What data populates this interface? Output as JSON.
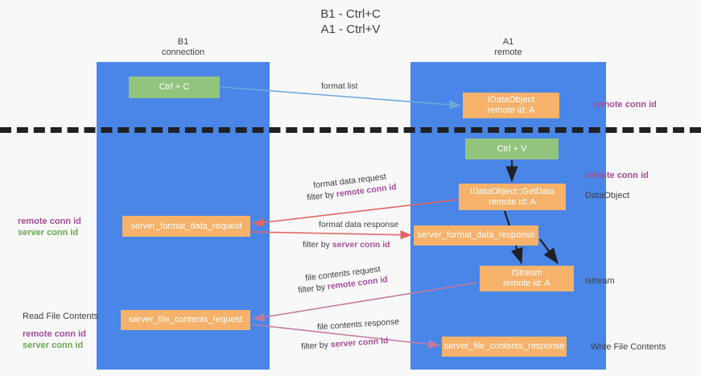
{
  "title": "B1 - Ctrl+C\nA1 - Ctrl+V",
  "columns": {
    "left": "B1\nconnection",
    "right": "A1\nremote"
  },
  "colors": {
    "lane": "#4a86e8",
    "green_box": "#93c47d",
    "orange_box": "#f6b26b",
    "remote_conn_id": "#a64d9a",
    "server_conn_id": "#6aa84f",
    "arrow_format_list": "#6fa8dc",
    "arrow_format_data": "#e06666",
    "arrow_file_contents": "#c27ba0",
    "arrow_black": "#202124",
    "divider": "#202124",
    "background": "#f8f8f8"
  },
  "boxes": {
    "ctrl_c": {
      "line1": "Ctrl + C"
    },
    "idataobject_top": {
      "line1": "IDataObject",
      "line2": "remote id: A"
    },
    "ctrl_v": {
      "line1": "Ctrl + V"
    },
    "getdata": {
      "line1": "IDataObject::GetData",
      "line2": "remote id: A"
    },
    "server_format_data_request": {
      "line1": "server_format_data_request"
    },
    "server_format_data_response": {
      "line1": "server_format_data_response"
    },
    "istream": {
      "line1": "IStream",
      "line2": "remote id: A"
    },
    "server_file_contents_request": {
      "line1": "server_file_contents_request"
    },
    "server_file_contents_response": {
      "line1": "server_file_contents_response"
    }
  },
  "edge_labels": {
    "format_list": "format list",
    "format_data_request": "format data request",
    "format_data_request_filter_prefix": "filter by ",
    "format_data_request_filter_key": "remote conn id",
    "format_data_response": "format data response",
    "format_data_response_filter_prefix": "filter by ",
    "format_data_response_filter_key": "server conn id",
    "file_contents_request": "file contents request",
    "file_contents_request_filter_prefix": "filter by ",
    "file_contents_request_filter_key": "remote conn id",
    "file_contents_response": "file contents response",
    "file_contents_response_filter_prefix": "filter by ",
    "file_contents_response_filter_key": "server conn id"
  },
  "side_labels": {
    "remote_conn_id_top": "remote conn id",
    "remote_conn_id_mid": "remote conn id",
    "dataobject": "DataObject",
    "istream": "Istream",
    "write_file_contents": "Write File Contents"
  },
  "legends": {
    "middle": {
      "remote": "remote conn id",
      "server": "server conn id"
    },
    "bottom": {
      "heading": "Read File Contents",
      "remote": "remote conn id",
      "server": "server conn id"
    }
  }
}
